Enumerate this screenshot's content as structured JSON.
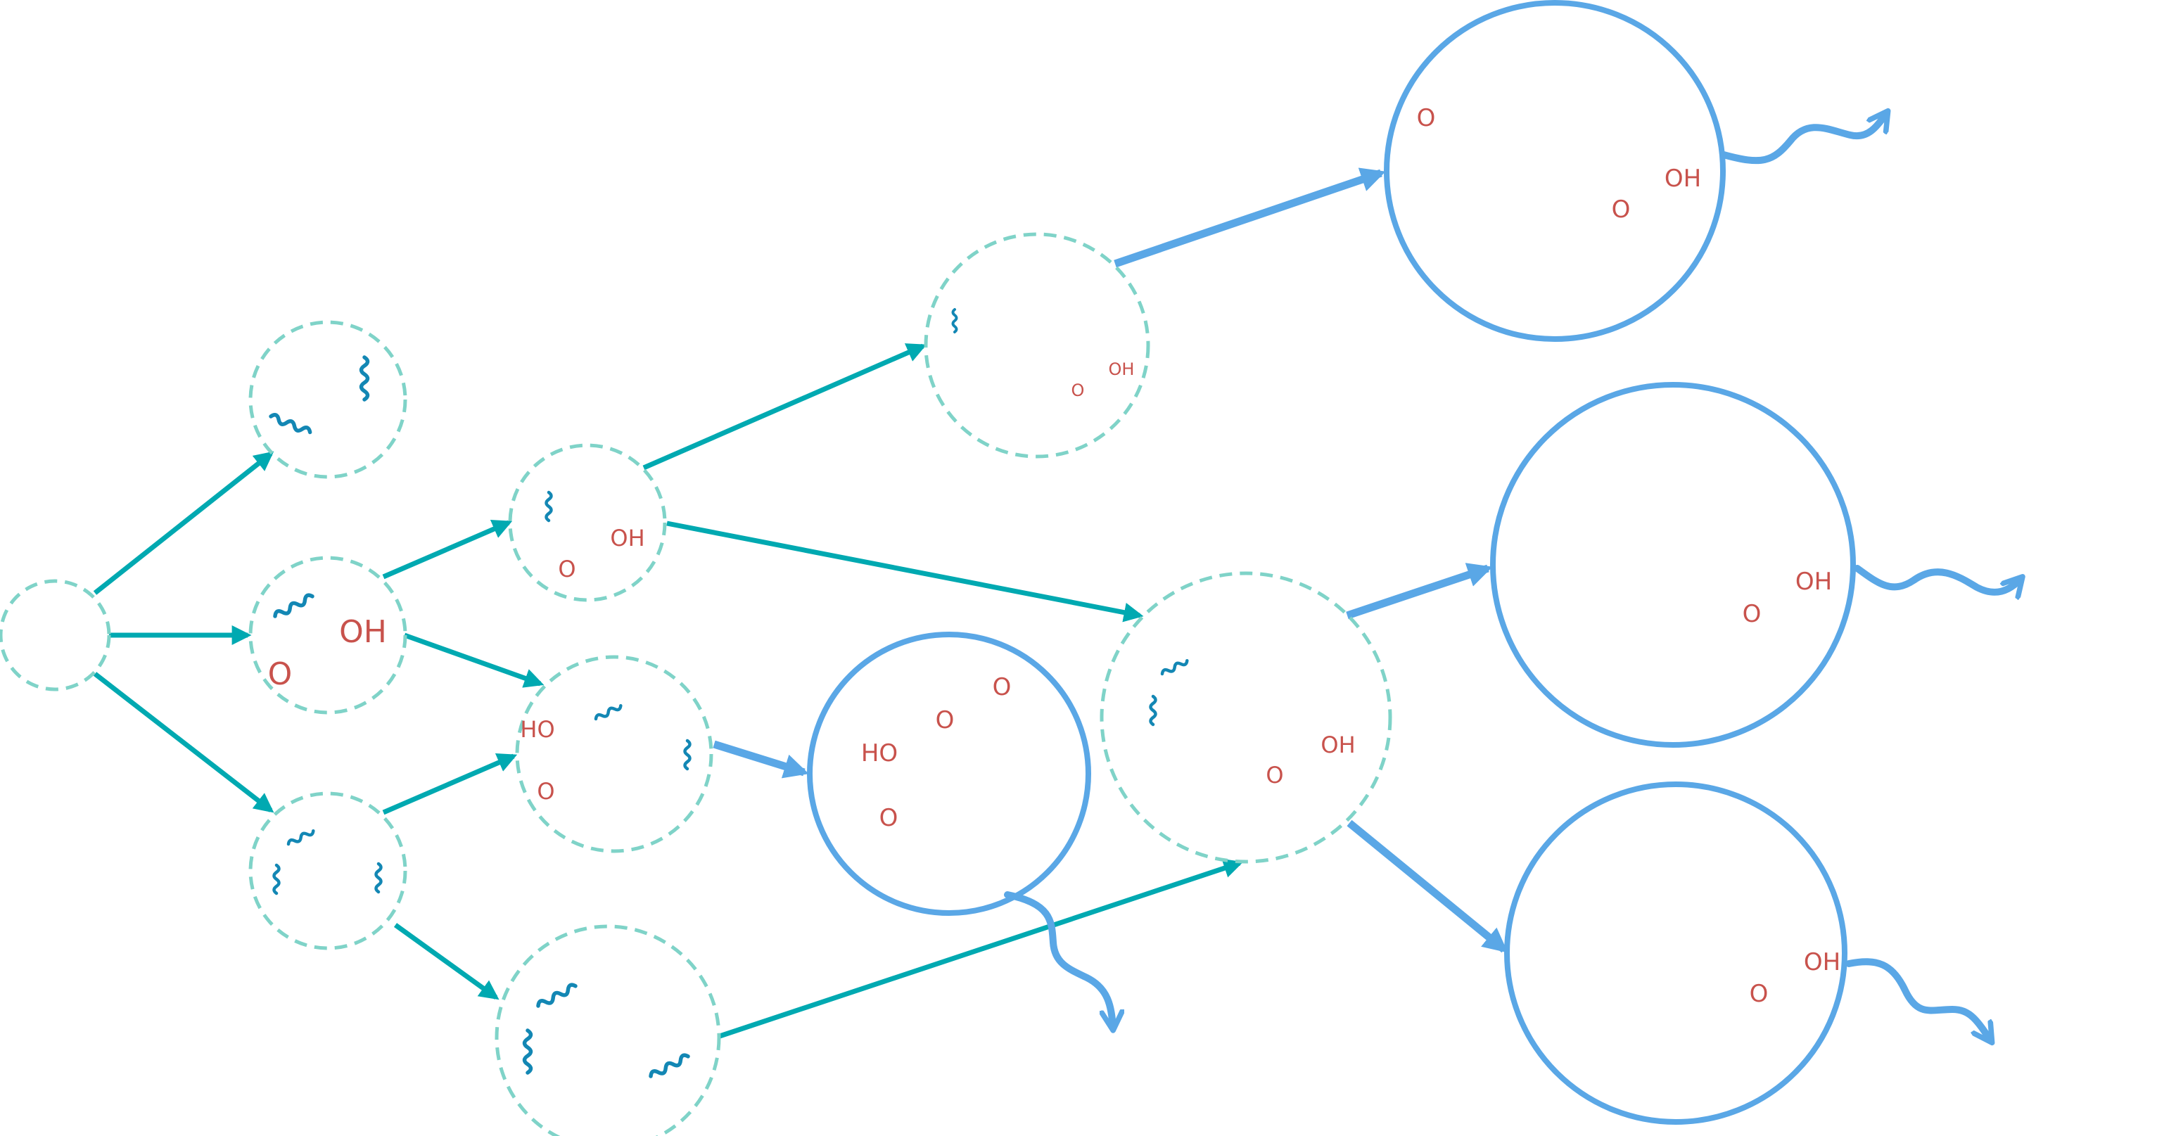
{
  "diagram": {
    "colors": {
      "teal": "#00a9b1",
      "dashed": "#7fd3c8",
      "blue": "#5aa7e6",
      "squiggle": "#1387b4",
      "label": "#c8524c"
    },
    "nodes": {
      "start": {
        "style": "dashed"
      },
      "left_top": {
        "style": "dashed"
      },
      "left_mid": {
        "style": "dashed",
        "labels": [
          "OH",
          "O"
        ]
      },
      "left_bottom": {
        "style": "dashed"
      },
      "mid_upper": {
        "style": "dashed",
        "labels": [
          "OH",
          "O"
        ]
      },
      "mid_center": {
        "style": "dashed",
        "labels": [
          "HO",
          "O"
        ]
      },
      "mid_lower": {
        "style": "dashed"
      },
      "upper_branch": {
        "style": "dashed",
        "labels": [
          "OH",
          "O"
        ]
      },
      "center_branch": {
        "style": "dashed",
        "labels": [
          "OH",
          "O"
        ]
      },
      "terminal_center": {
        "style": "solid",
        "labels": [
          "O",
          "O",
          "HO",
          "O"
        ]
      },
      "terminal_top": {
        "style": "solid",
        "labels": [
          "O",
          "OH",
          "O"
        ]
      },
      "terminal_right_mid": {
        "style": "solid",
        "labels": [
          "OH",
          "O"
        ]
      },
      "terminal_right_bottom": {
        "style": "solid",
        "labels": [
          "OH",
          "O"
        ]
      }
    }
  }
}
